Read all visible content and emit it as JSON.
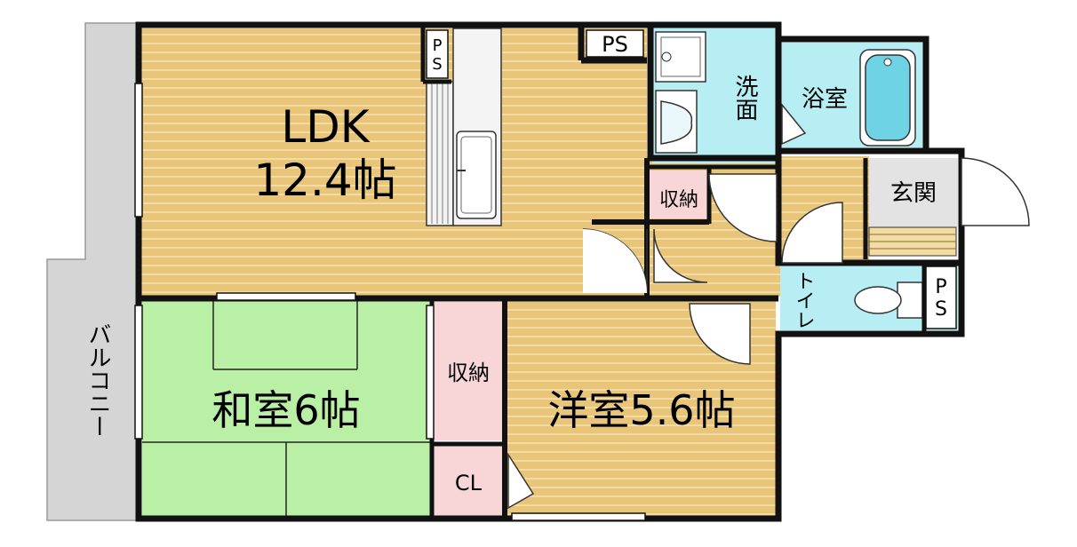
{
  "colors": {
    "wood": "#e9c57a",
    "wood_stripe": "#f3dca4",
    "tatami": "#b9f0a6",
    "wet": "#b6eef4",
    "storage": "#f8d6d8",
    "balcony": "#d5d5d5",
    "entrance": "#e3e3e3",
    "wall": "#111111"
  },
  "rooms": {
    "ldk": {
      "name": "LDK",
      "size": "12.4帖"
    },
    "washitsu": {
      "label": "和室6帖"
    },
    "youshitsu": {
      "label": "洋室5.6帖"
    },
    "senmen": {
      "label": "洗面"
    },
    "yokushitsu": {
      "label": "浴室"
    },
    "genkan": {
      "label": "玄関"
    },
    "toilet": {
      "label": "トイレ"
    },
    "balcony": {
      "label": "バルコニー"
    },
    "storage_top": {
      "label": "収納"
    },
    "storage_mid": {
      "label": "収納"
    },
    "closet": {
      "label": "CL"
    },
    "ps_top": {
      "label": "PS"
    },
    "ps_kitchen": {
      "label": "PS"
    },
    "ps_toilet": {
      "label": "PS"
    }
  }
}
